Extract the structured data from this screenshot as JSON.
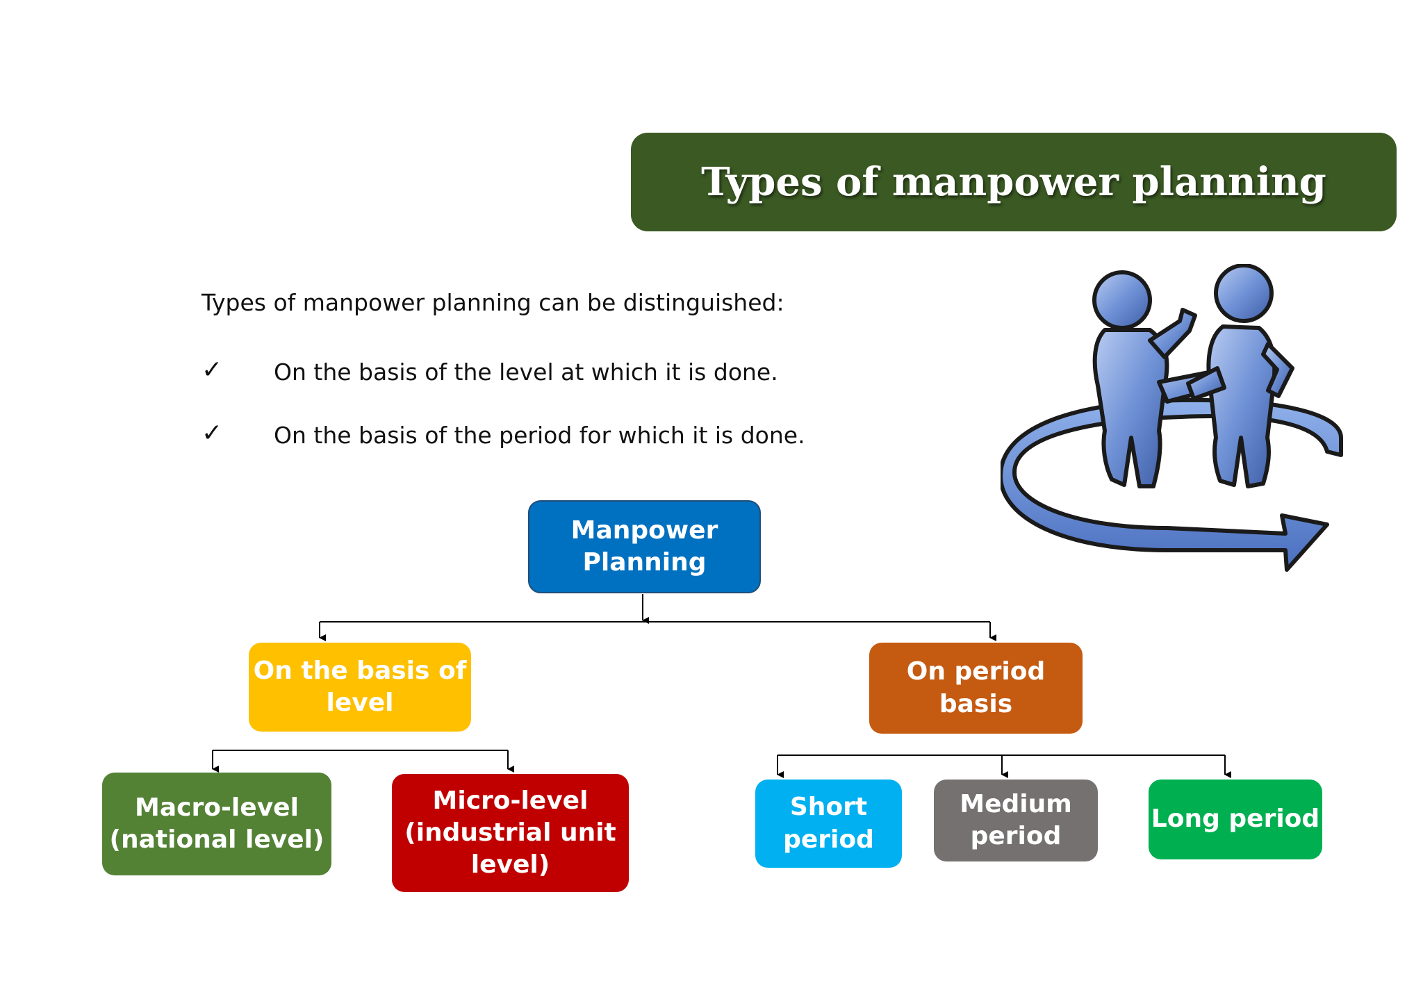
{
  "title": "Types of manpower planning",
  "intro": {
    "heading": "Types of manpower planning can be distinguished:",
    "bullets": [
      "On the basis of the level at which it is done.",
      "On the basis of the period for which it is done."
    ],
    "check_glyph": "✓"
  },
  "diagram": {
    "root": "Manpower\nPlanning",
    "level_branch": {
      "label": "On the basis of\nlevel",
      "children": [
        "Macro-level\n(national level)",
        "Micro-level\n(industrial unit\nlevel)"
      ]
    },
    "period_branch": {
      "label": "On period basis",
      "children": [
        "Short\nperiod",
        "Medium\nperiod",
        "Long period"
      ]
    }
  },
  "colors": {
    "title_bg": "#3b5a23",
    "root": "#0070c0",
    "level": "#ffc000",
    "period": "#c55a11",
    "macro": "#548235",
    "micro": "#c00000",
    "short": "#00b0f0",
    "medium": "#767171",
    "long": "#00b050",
    "figures": "#7092d6"
  },
  "illustration": {
    "icon": "handshake-figures-icon"
  }
}
